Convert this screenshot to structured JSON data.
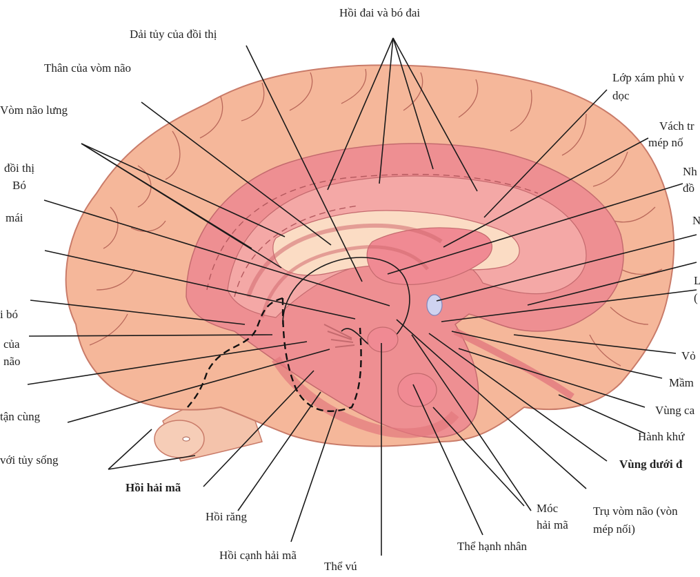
{
  "colors": {
    "cortex": "#f5b79a",
    "cortex_edge": "#c97b69",
    "limbic": "#ee8f92",
    "limbic_light": "#f4a8a6",
    "ventricle": "#fbdcc4",
    "thalamus": "#f08a93",
    "spot": "#cfd3f0",
    "spinal": "#f4c3ab"
  },
  "labels": {
    "cingulate": "Hồi đai và bó đai",
    "stria_medullaris": "Dải tủy của đồi thị",
    "fornix_body": "Thân của vòm não",
    "dorsal_fornix": "Vòm não lưng",
    "indusium_a": "Lớp xám phủ v",
    "indusium_b": "dọc",
    "septum_a": "Vách tr",
    "septum_b": "mép nố",
    "thal_a": "đồi thị",
    "thal_b": "Bó",
    "nh_a": "Nh",
    "nh_b": "đồ",
    "mai": "mái",
    "n_cut": "N",
    "i_bo": "i bó",
    "l_cut": "L",
    "paren_cut": "(",
    "cua": "của",
    "nao": "não",
    "vo_cut": "Vỏ",
    "mam_cut": "Mầm",
    "tan_cung": "tận cùng",
    "vung_ca": "Vùng ca",
    "hanh_khu": "Hành khứ",
    "spinal": "với tủy sống",
    "hippocampus": "Hồi hải mã",
    "hypothalamus": "Vùng dưới đ",
    "dentate": "Hồi răng",
    "uncus_a": "Móc",
    "uncus_b": "hải mã",
    "column_a": "Trụ vòm não (vòn",
    "column_b": "mép nối)",
    "parahippocampal": "Hồi cạnh hải mã",
    "amygdala": "Thể hạnh nhân",
    "mammillary": "Thể vú"
  }
}
